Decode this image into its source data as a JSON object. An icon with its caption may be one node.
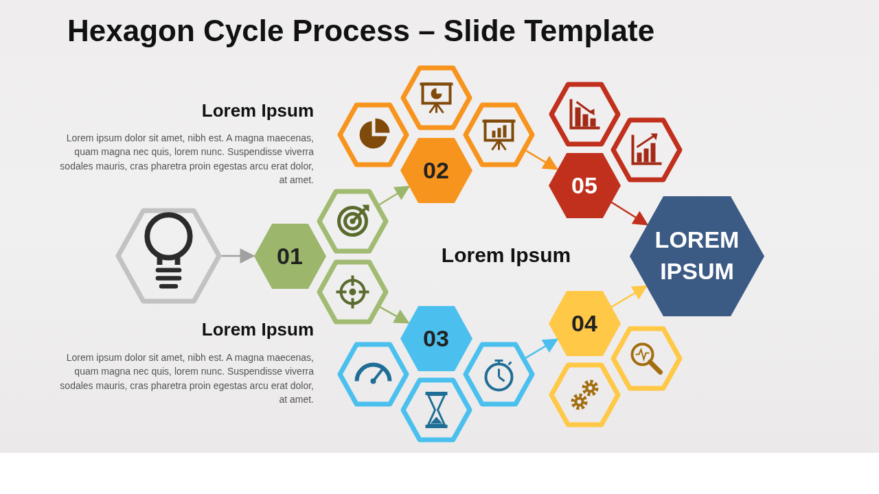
{
  "diagram": {
    "title": "Hexagon Cycle Process – Slide Template",
    "nodes": [
      {
        "text": [],
        "shape": "hexagon"
      },
      {
        "text": [
          "01"
        ]
      },
      {
        "text": [],
        "shape": "hexagon"
      },
      {
        "text": [],
        "shape": "hexagon"
      },
      {
        "text": [
          "02"
        ]
      },
      {
        "text": [],
        "shape": "hexagon"
      },
      {
        "text": [],
        "shape": "hexagon"
      },
      {
        "text": [],
        "shape": "hexagon"
      },
      {
        "text": [
          "05"
        ]
      },
      {
        "text": [],
        "shape": "hexagon"
      },
      {
        "text": [],
        "shape": "hexagon"
      },
      {
        "text": [
          "03"
        ]
      },
      {
        "text": [],
        "shape": "hexagon"
      },
      {
        "text": [],
        "shape": "hexagon"
      },
      {
        "text": [],
        "shape": "hexagon"
      },
      {
        "text": [
          "04"
        ]
      },
      {
        "text": [],
        "shape": "hexagon"
      },
      {
        "text": [],
        "shape": "hexagon"
      },
      {
        "text": [
          "LOREM IPSUM"
        ]
      }
    ],
    "edges": [
      {
        "from": 0,
        "to": 1,
        "arrow": "to",
        "color": "#a0a0a0"
      },
      {
        "from": 2,
        "to": 4,
        "arrow": "to",
        "color": "#9cb66b"
      },
      {
        "from": 3,
        "to": 11,
        "arrow": "to",
        "color": "#9cb66b"
      },
      {
        "from": 7,
        "to": 8,
        "arrow": "to",
        "color": "#f7941d"
      },
      {
        "from": 8,
        "to": 18,
        "arrow": "to",
        "color": "#c1301c"
      },
      {
        "from": 14,
        "to": 15,
        "arrow": "to",
        "color": "#4bc0ee"
      },
      {
        "from": 15,
        "to": 18,
        "arrow": "to",
        "color": "#ffc846"
      }
    ],
    "labels": [
      "Lorem Ipsum",
      "Lorem ipsum dolor sit amet, nibh est. A magna maecenas, quam magna nec quis, lorem nunc. Suspendisse viverra sodales mauris, cras pharetra proin egestas arcu erat dolor, at amet.",
      "Lorem Ipsum",
      "Lorem Ipsum",
      "Lorem ipsum dolor sit amet, nibh est. A magna maecenas, quam magna nec quis, lorem nunc. Suspendisse viverra sodales mauris, cras pharetra proin egestas arcu erat dolor, at amet."
    ]
  }
}
